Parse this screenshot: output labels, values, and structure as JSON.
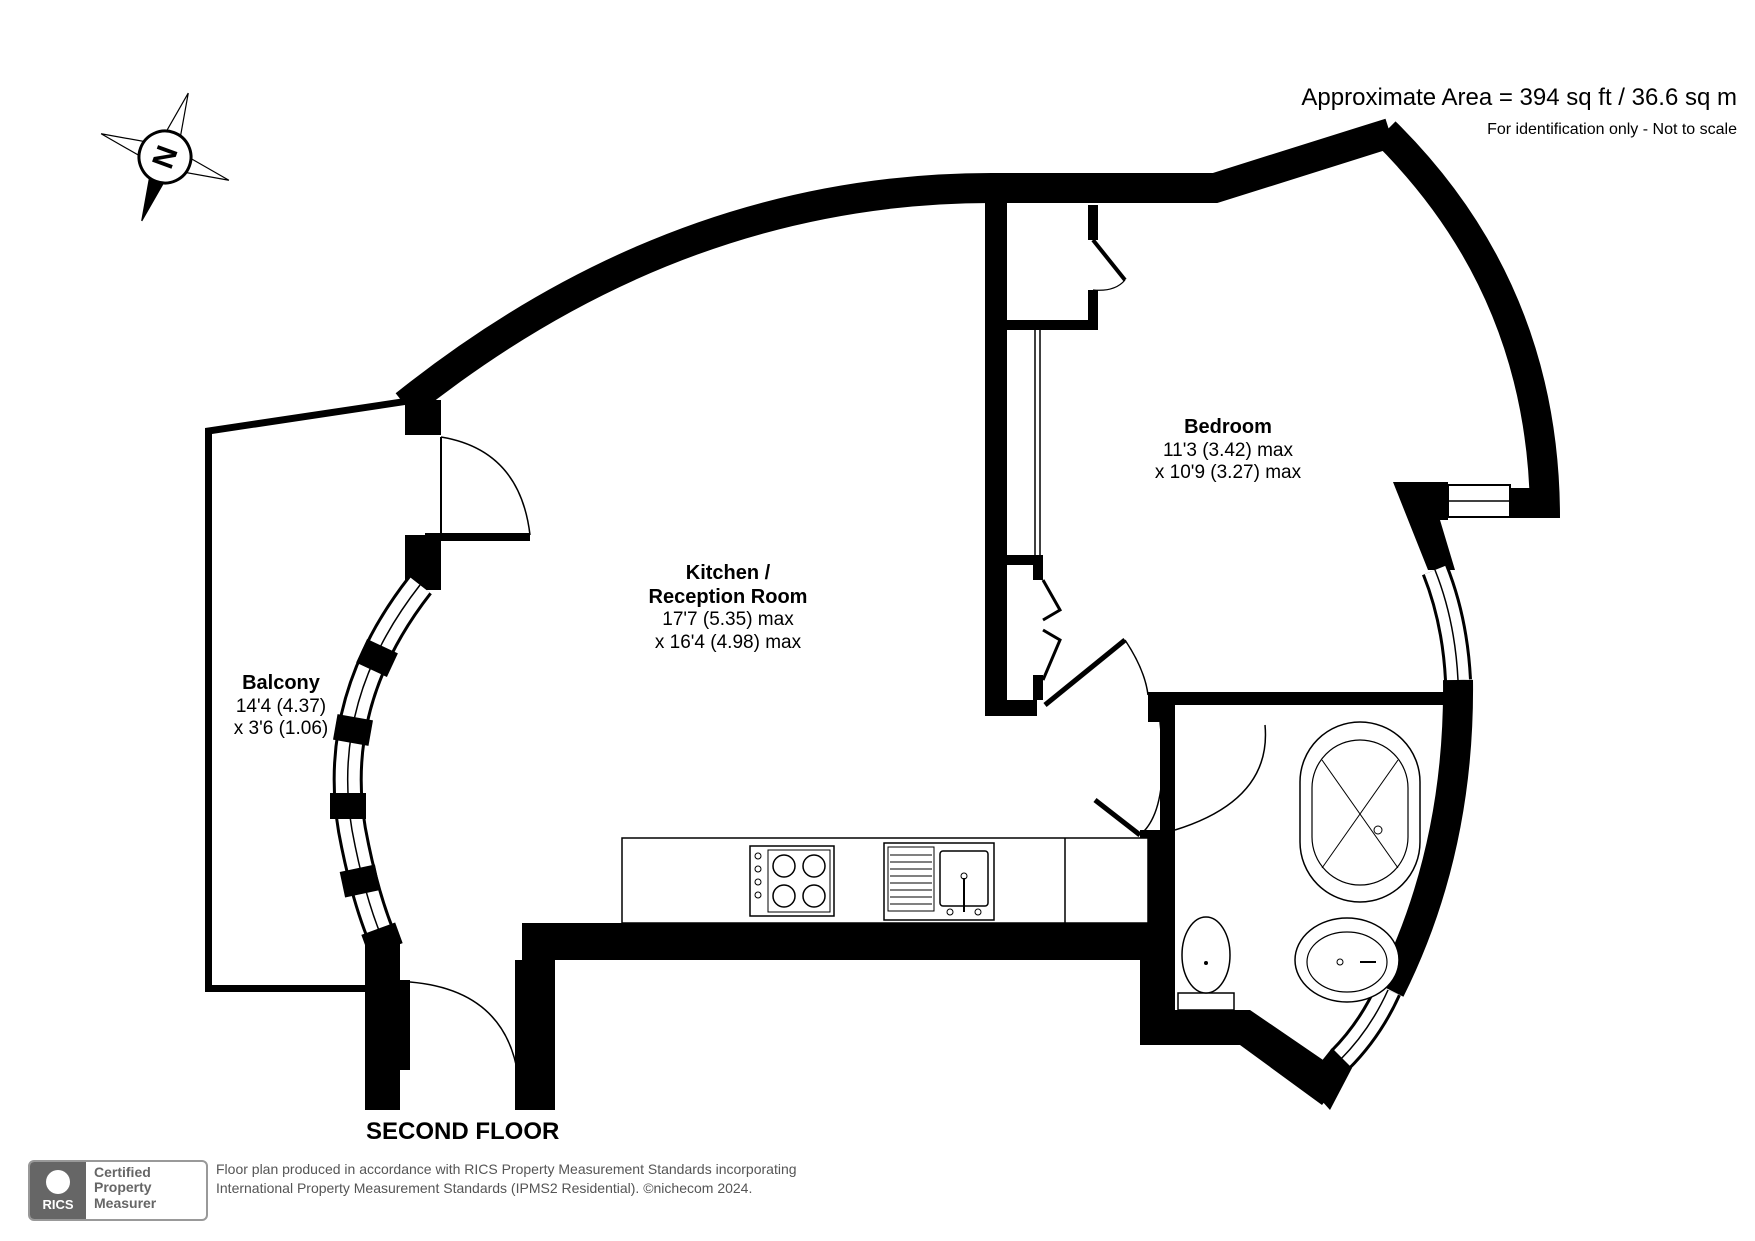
{
  "header": {
    "area": "Approximate Area = 394 sq ft / 36.6 sq m",
    "note": "For identification only - Not to scale"
  },
  "compass": {
    "letter": "N",
    "icon": "compass-rose-icon"
  },
  "rooms": {
    "kitchen": {
      "name_line1": "Kitchen /",
      "name_line2": "Reception Room",
      "dim1": "17'7 (5.35) max",
      "dim2": "x 16'4 (4.98) max"
    },
    "bedroom": {
      "name": "Bedroom",
      "dim1": "11'3 (3.42) max",
      "dim2": "x 10'9 (3.27) max"
    },
    "balcony": {
      "name": "Balcony",
      "dim1": "14'4 (4.37)",
      "dim2": "x 3'6 (1.06)"
    }
  },
  "floor_label": "SECOND FLOOR",
  "footer": {
    "line1": "Floor plan produced in accordance with RICS Property Measurement Standards incorporating",
    "line2": "International Property Measurement Standards (IPMS2 Residential).   ©nichecom 2024."
  },
  "badge": {
    "brand": "RICS",
    "line1": "Certified",
    "line2": "Property",
    "line3": "Measurer"
  },
  "colors": {
    "wall": "#000000",
    "background": "#ffffff",
    "footer_text": "#555555",
    "badge": "#666666"
  }
}
